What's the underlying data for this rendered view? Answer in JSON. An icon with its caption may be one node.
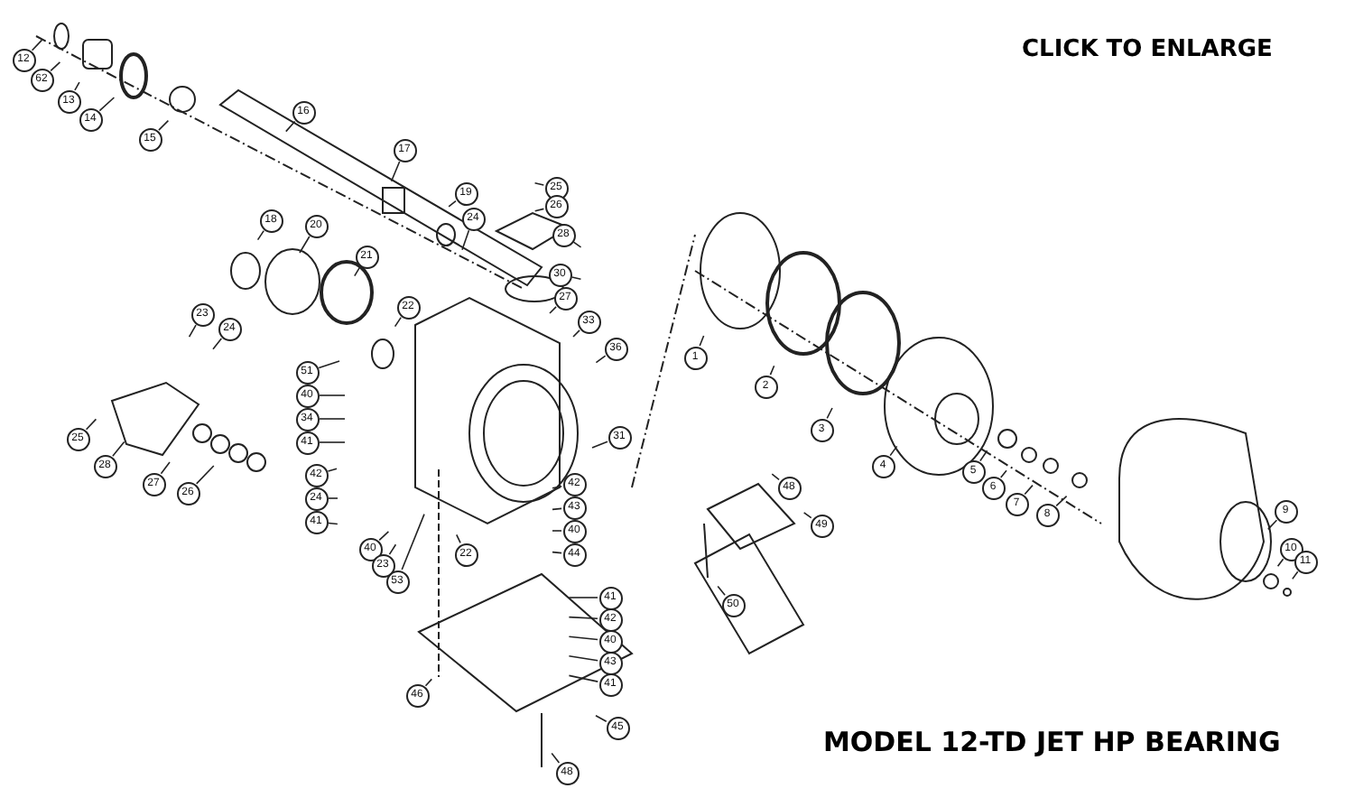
{
  "diagram": {
    "title": "MODEL 12-TD JET HP BEARING",
    "nodes": [
      {
        "text": [
          "12"
        ]
      },
      {
        "text": [
          "62"
        ]
      },
      {
        "text": [
          "13"
        ]
      },
      {
        "text": [
          "14"
        ]
      },
      {
        "text": [
          "15"
        ]
      },
      {
        "text": [
          "16"
        ]
      },
      {
        "text": [
          "17"
        ]
      },
      {
        "text": [
          "19"
        ]
      },
      {
        "text": [
          "18"
        ]
      },
      {
        "text": [
          "20"
        ]
      },
      {
        "text": [
          "21"
        ]
      },
      {
        "text": [
          "22"
        ]
      },
      {
        "text": [
          "24"
        ]
      },
      {
        "text": [
          "25"
        ]
      },
      {
        "text": [
          "26"
        ]
      },
      {
        "text": [
          "28"
        ]
      },
      {
        "text": [
          "30"
        ]
      },
      {
        "text": [
          "27"
        ]
      },
      {
        "text": [
          "33"
        ]
      },
      {
        "text": [
          "36"
        ]
      },
      {
        "text": [
          "31"
        ]
      },
      {
        "text": [
          "51"
        ]
      },
      {
        "text": [
          "40"
        ]
      },
      {
        "text": [
          "34"
        ]
      },
      {
        "text": [
          "41"
        ]
      },
      {
        "text": [
          "23"
        ]
      },
      {
        "text": [
          "24"
        ]
      },
      {
        "text": [
          "25"
        ]
      },
      {
        "text": [
          "28"
        ]
      },
      {
        "text": [
          "27"
        ]
      },
      {
        "text": [
          "26"
        ]
      },
      {
        "text": [
          "42"
        ]
      },
      {
        "text": [
          "24"
        ]
      },
      {
        "text": [
          "41"
        ]
      },
      {
        "text": [
          "40"
        ]
      },
      {
        "text": [
          "23"
        ]
      },
      {
        "text": [
          "53"
        ]
      },
      {
        "text": [
          "22"
        ]
      },
      {
        "text": [
          "42"
        ]
      },
      {
        "text": [
          "43"
        ]
      },
      {
        "text": [
          "40"
        ]
      },
      {
        "text": [
          "44"
        ]
      },
      {
        "text": [
          "41"
        ]
      },
      {
        "text": [
          "42"
        ]
      },
      {
        "text": [
          "40"
        ]
      },
      {
        "text": [
          "43"
        ]
      },
      {
        "text": [
          "41"
        ]
      },
      {
        "text": [
          "46"
        ]
      },
      {
        "text": [
          "45"
        ]
      },
      {
        "text": [
          "48"
        ]
      },
      {
        "text": [
          "1"
        ]
      },
      {
        "text": [
          "2"
        ]
      },
      {
        "text": [
          "3"
        ]
      },
      {
        "text": [
          "4"
        ]
      },
      {
        "text": [
          "5"
        ]
      },
      {
        "text": [
          "6"
        ]
      },
      {
        "text": [
          "7"
        ]
      },
      {
        "text": [
          "8"
        ]
      },
      {
        "text": [
          "9"
        ]
      },
      {
        "text": [
          "10"
        ]
      },
      {
        "text": [
          "11"
        ]
      },
      {
        "text": [
          "48"
        ]
      },
      {
        "text": [
          "49"
        ]
      },
      {
        "text": [
          "50"
        ]
      }
    ],
    "edges": [
      {
        "from": 0,
        "to": null,
        "arrow": "none"
      },
      {
        "from": 1,
        "to": null,
        "arrow": "none"
      },
      {
        "from": 2,
        "to": null,
        "arrow": "none"
      },
      {
        "from": 3,
        "to": null,
        "arrow": "none"
      },
      {
        "from": 4,
        "to": null,
        "arrow": "none"
      },
      {
        "from": 5,
        "to": null,
        "arrow": "none"
      },
      {
        "from": 6,
        "to": null,
        "arrow": "none"
      },
      {
        "from": 7,
        "to": null,
        "arrow": "none"
      },
      {
        "from": 8,
        "to": null,
        "arrow": "none"
      },
      {
        "from": 9,
        "to": null,
        "arrow": "none"
      },
      {
        "from": 10,
        "to": null,
        "arrow": "none"
      },
      {
        "from": 11,
        "to": null,
        "arrow": "none"
      },
      {
        "from": 12,
        "to": null,
        "arrow": "none"
      },
      {
        "from": 13,
        "to": null,
        "arrow": "none"
      },
      {
        "from": 14,
        "to": null,
        "arrow": "none"
      },
      {
        "from": 15,
        "to": null,
        "arrow": "none"
      },
      {
        "from": 16,
        "to": null,
        "arrow": "none"
      },
      {
        "from": 17,
        "to": null,
        "arrow": "none"
      },
      {
        "from": 18,
        "to": null,
        "arrow": "none"
      },
      {
        "from": 19,
        "to": null,
        "arrow": "none"
      },
      {
        "from": 20,
        "to": null,
        "arrow": "none"
      },
      {
        "from": 21,
        "to": null,
        "arrow": "none"
      },
      {
        "from": 22,
        "to": null,
        "arrow": "none"
      },
      {
        "from": 23,
        "to": null,
        "arrow": "none"
      },
      {
        "from": 24,
        "to": null,
        "arrow": "none"
      },
      {
        "from": 25,
        "to": null,
        "arrow": "none"
      },
      {
        "from": 26,
        "to": null,
        "arrow": "none"
      },
      {
        "from": 27,
        "to": null,
        "arrow": "none"
      },
      {
        "from": 28,
        "to": null,
        "arrow": "none"
      },
      {
        "from": 29,
        "to": null,
        "arrow": "none"
      },
      {
        "from": 30,
        "to": null,
        "arrow": "none"
      },
      {
        "from": 31,
        "to": null,
        "arrow": "none"
      },
      {
        "from": 32,
        "to": null,
        "arrow": "none"
      },
      {
        "from": 33,
        "to": null,
        "arrow": "none"
      },
      {
        "from": 34,
        "to": null,
        "arrow": "none"
      },
      {
        "from": 35,
        "to": null,
        "arrow": "none"
      },
      {
        "from": 36,
        "to": null,
        "arrow": "none"
      },
      {
        "from": 37,
        "to": null,
        "arrow": "none"
      },
      {
        "from": 38,
        "to": null,
        "arrow": "none"
      },
      {
        "from": 39,
        "to": null,
        "arrow": "none"
      },
      {
        "from": 40,
        "to": null,
        "arrow": "none"
      },
      {
        "from": 41,
        "to": null,
        "arrow": "none"
      },
      {
        "from": 42,
        "to": null,
        "arrow": "none"
      },
      {
        "from": 43,
        "to": null,
        "arrow": "none"
      },
      {
        "from": 44,
        "to": null,
        "arrow": "none"
      },
      {
        "from": 45,
        "to": null,
        "arrow": "none"
      },
      {
        "from": 46,
        "to": null,
        "arrow": "none"
      },
      {
        "from": 47,
        "to": null,
        "arrow": "none"
      },
      {
        "from": 48,
        "to": null,
        "arrow": "none"
      },
      {
        "from": 49,
        "to": null,
        "arrow": "none"
      },
      {
        "from": 50,
        "to": null,
        "arrow": "none"
      },
      {
        "from": 51,
        "to": null,
        "arrow": "none"
      },
      {
        "from": 52,
        "to": null,
        "arrow": "none"
      },
      {
        "from": 53,
        "to": null,
        "arrow": "none"
      },
      {
        "from": 54,
        "to": null,
        "arrow": "none"
      },
      {
        "from": 55,
        "to": null,
        "arrow": "none"
      },
      {
        "from": 56,
        "to": null,
        "arrow": "none"
      },
      {
        "from": 57,
        "to": null,
        "arrow": "none"
      },
      {
        "from": 58,
        "to": null,
        "arrow": "none"
      },
      {
        "from": 59,
        "to": null,
        "arrow": "none"
      },
      {
        "from": 60,
        "to": null,
        "arrow": "none"
      },
      {
        "from": 61,
        "to": null,
        "arrow": "none"
      },
      {
        "from": 62,
        "to": null,
        "arrow": "none"
      },
      {
        "from": 63,
        "to": null,
        "arrow": "none"
      }
    ],
    "labels": [
      "CLICK TO ENLARGE"
    ]
  }
}
